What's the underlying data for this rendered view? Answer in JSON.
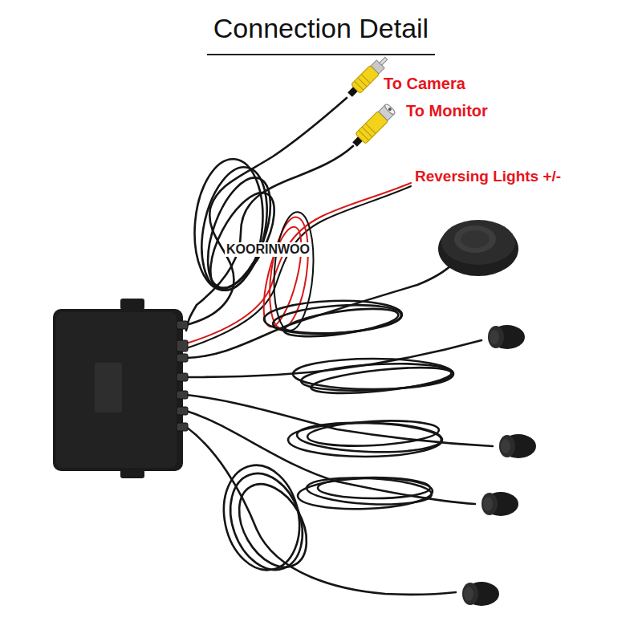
{
  "diagram": {
    "title": "Connection Detail",
    "labels": [
      "To Camera",
      "To Monitor",
      "Reversing Lights +/-",
      "KOORINWOO"
    ]
  }
}
